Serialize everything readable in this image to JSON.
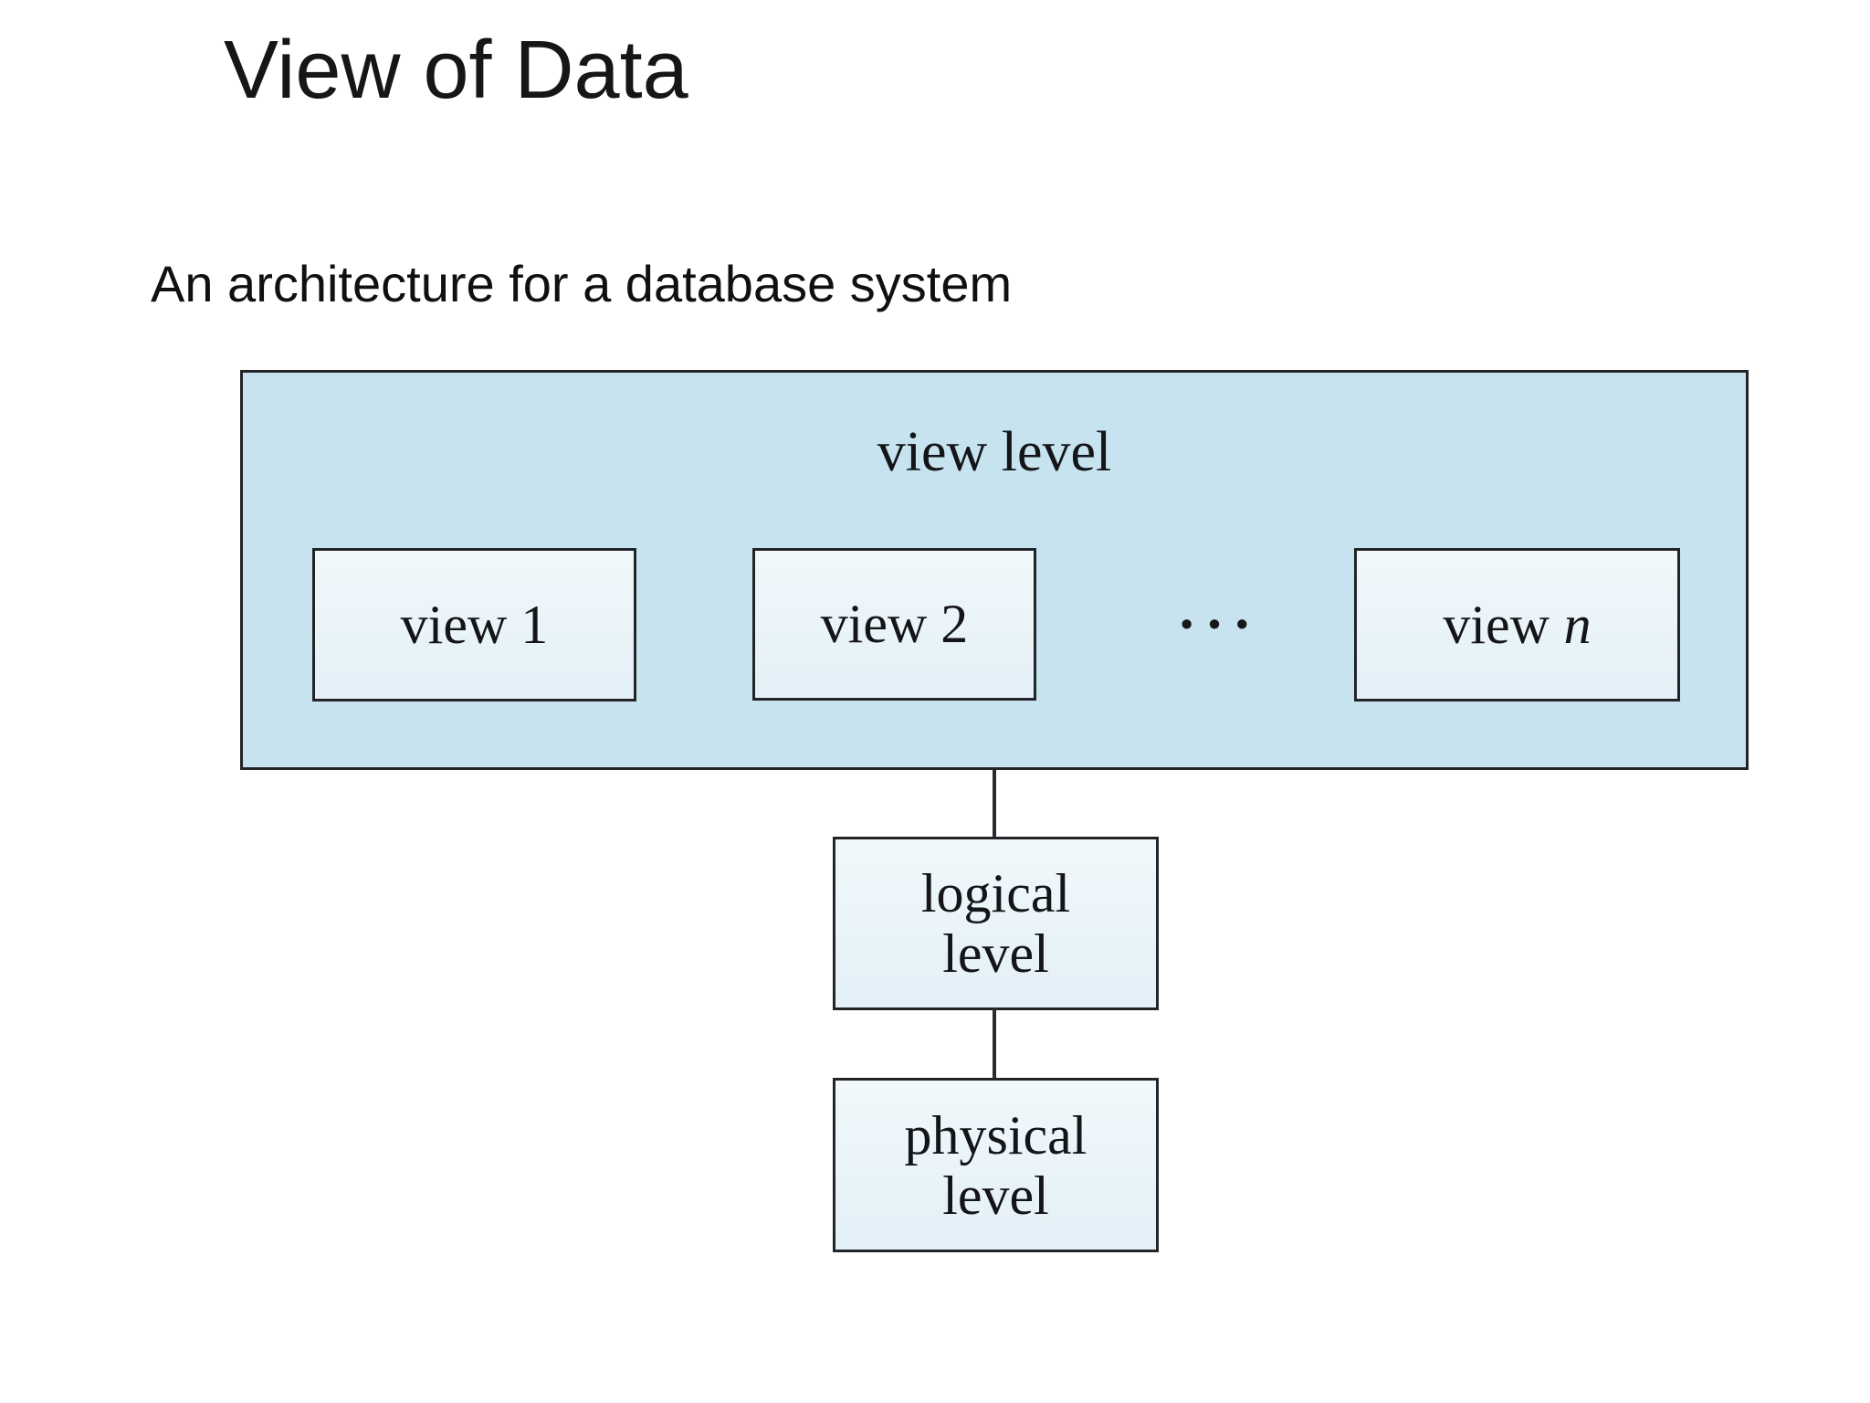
{
  "slide": {
    "title": "View of Data",
    "subtitle": "An architecture for a database system"
  },
  "diagram": {
    "type": "database-architecture-flowchart",
    "view_level": {
      "label": "view level",
      "views": [
        {
          "label": "view 1"
        },
        {
          "label": "view 2"
        }
      ],
      "view_n": {
        "prefix": "view",
        "variable": "n"
      },
      "ellipsis": "•••"
    },
    "logical_level": {
      "line1": "logical",
      "line2": "level"
    },
    "physical_level": {
      "line1": "physical",
      "line2": "level"
    },
    "colors": {
      "outer_box_fill": "#c7e3ef",
      "inner_box_fill": "#e9f4f9",
      "box_border": "#232428",
      "diagram_text": "#141518",
      "background": "#ffffff"
    }
  }
}
